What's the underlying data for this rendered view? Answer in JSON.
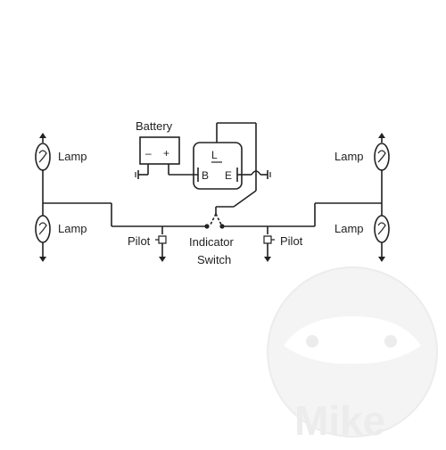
{
  "labels": {
    "battery": "Battery",
    "battery_minus": "–",
    "battery_plus": "+",
    "flasher_l": "L",
    "flasher_b": "B",
    "flasher_e": "E",
    "lamp_tl": "Lamp",
    "lamp_bl": "Lamp",
    "lamp_tr": "Lamp",
    "lamp_br": "Lamp",
    "pilot_left": "Pilot",
    "pilot_right": "Pilot",
    "switch_line1": "Indicator",
    "switch_line2": "Switch"
  },
  "watermark": {
    "text": "Mike",
    "color": "#ececec"
  },
  "colors": {
    "line": "#222222",
    "background": "#ffffff"
  }
}
